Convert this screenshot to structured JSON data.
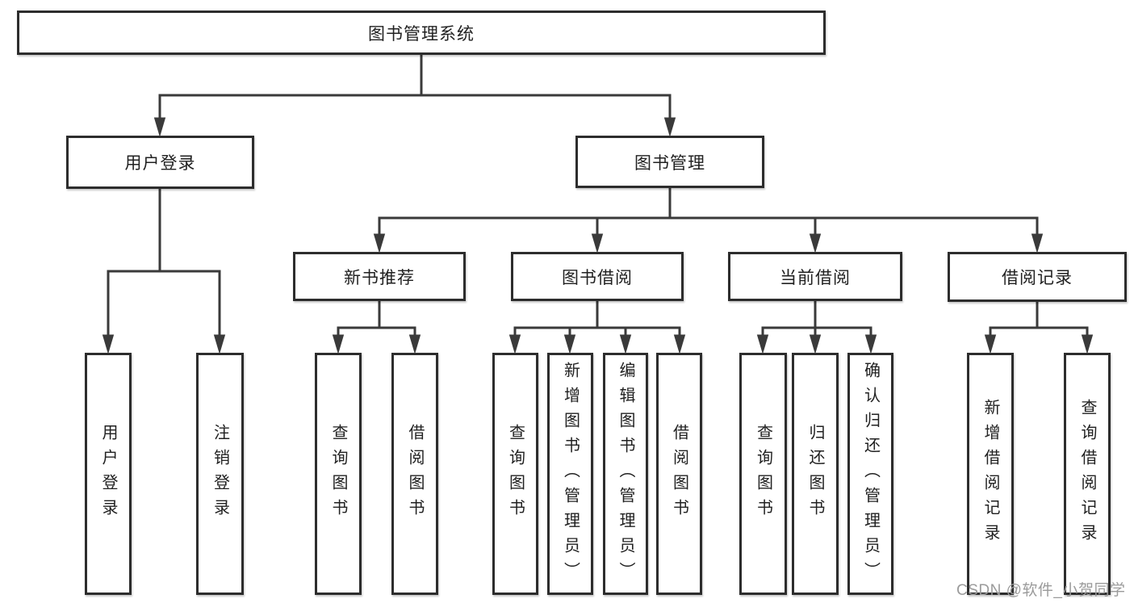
{
  "diagram": {
    "watermark": "CSDN @软件_小贺同学",
    "colors": {
      "line": "#3a3a3a",
      "box_border": "#2d2d2d",
      "text": "#212121",
      "watermark": "#9b9b9b",
      "background": "#ffffff"
    },
    "nodes": {
      "root": {
        "label": "图书管理系统"
      },
      "level2": [
        {
          "label": "用户登录"
        },
        {
          "label": "图书管理"
        }
      ],
      "level3": [
        {
          "label": "新书推荐"
        },
        {
          "label": "图书借阅"
        },
        {
          "label": "当前借阅"
        },
        {
          "label": "借阅记录"
        }
      ],
      "leaves": [
        {
          "label": "用户登录"
        },
        {
          "label": "注销登录"
        },
        {
          "label": "查询图书"
        },
        {
          "label": "借阅图书"
        },
        {
          "label": "查询图书"
        },
        {
          "label": "新增图书（管理员）"
        },
        {
          "label": "编辑图书（管理员）"
        },
        {
          "label": "借阅图书"
        },
        {
          "label": "查询图书"
        },
        {
          "label": "归还图书"
        },
        {
          "label": "确认归还（管理员）"
        },
        {
          "label": "新增借阅记录"
        },
        {
          "label": "查询借阅记录"
        }
      ]
    }
  }
}
